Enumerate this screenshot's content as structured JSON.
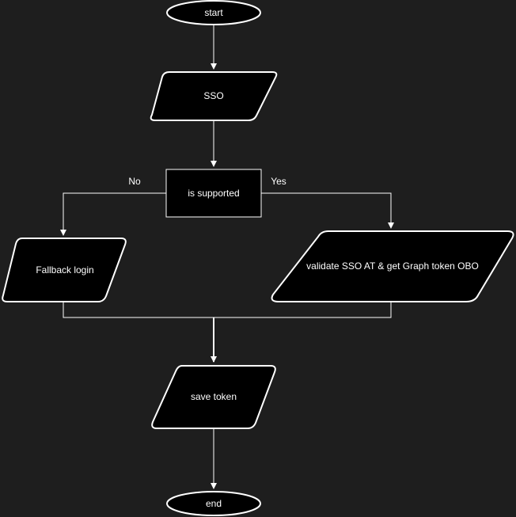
{
  "diagram": {
    "nodes": {
      "start": "start",
      "sso": "SSO",
      "decision": "is supported",
      "fallback": "Fallback login",
      "validate": "validate SSO AT & get Graph token OBO",
      "save": "save token",
      "end": "end"
    },
    "edge_labels": {
      "no": "No",
      "yes": "Yes"
    }
  },
  "colors": {
    "background": "#1e1e1e",
    "shape_fill": "#000000",
    "stroke": "#ffffff",
    "text": "#ffffff"
  }
}
